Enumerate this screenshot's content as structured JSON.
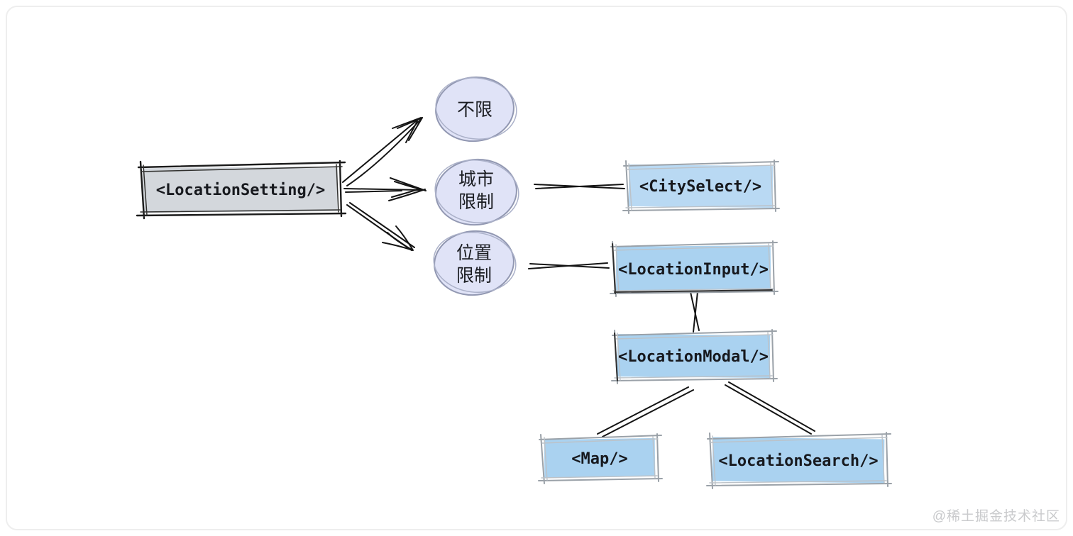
{
  "diagram": {
    "root": {
      "label": "<LocationSetting/>",
      "fill": "#d3d7dc"
    },
    "options": [
      {
        "id": "unlimited",
        "fill": "#e0e3f7",
        "lines": [
          "不限"
        ]
      },
      {
        "id": "city-limit",
        "fill": "#e0e3f7",
        "lines": [
          "城市",
          "限制"
        ]
      },
      {
        "id": "location-limit",
        "fill": "#e0e3f7",
        "lines": [
          "位置",
          "限制"
        ]
      }
    ],
    "components": {
      "city_select": {
        "label": "<CitySelect/>",
        "fill": "#b9d9f3"
      },
      "location_input": {
        "label": "<LocationInput/>",
        "fill": "#aad2f0"
      },
      "location_modal": {
        "label": "<LocationModal/>",
        "fill": "#aad2f0"
      },
      "map": {
        "label": "<Map/>",
        "fill": "#aad2f0"
      },
      "location_search": {
        "label": "<LocationSearch/>",
        "fill": "#aad2f0"
      }
    },
    "ink_color": "#141414",
    "text_color": "#17191e"
  },
  "watermark": {
    "text": "@稀土掘金技术社区"
  }
}
